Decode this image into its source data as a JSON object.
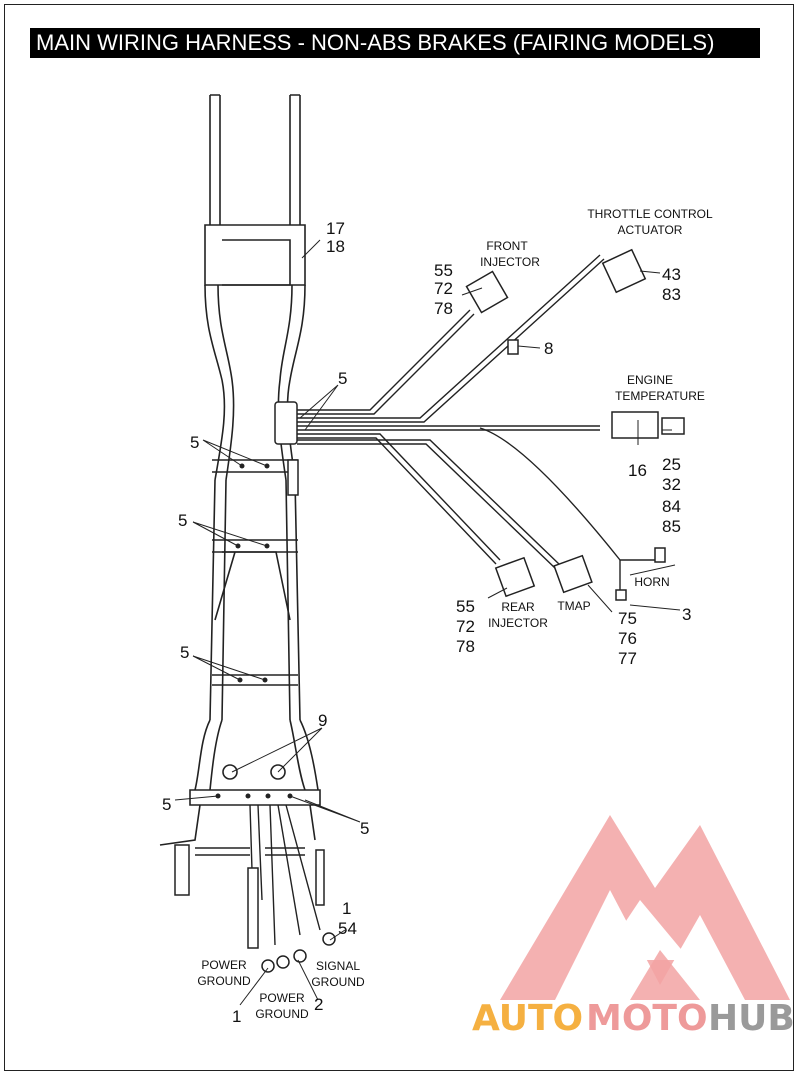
{
  "title": "MAIN WIRING HARNESS - NON-ABS BRAKES (FAIRING MODELS)",
  "labels": {
    "front_injector": [
      "FRONT",
      "INJECTOR"
    ],
    "throttle": [
      "THROTTLE CONTROL",
      "ACTUATOR"
    ],
    "engine_temp": [
      "ENGINE",
      "TEMPERATURE"
    ],
    "rear_injector": [
      "REAR",
      "INJECTOR"
    ],
    "tmap": "TMAP",
    "horn": "HORN",
    "power_ground_left": [
      "POWER",
      "GROUND"
    ],
    "power_ground_mid": [
      "POWER",
      "GROUND"
    ],
    "signal_ground": [
      "SIGNAL",
      "GROUND"
    ]
  },
  "callouts": {
    "c17_18": [
      "17",
      "18"
    ],
    "c55_front": [
      "55",
      "72",
      "78"
    ],
    "c43_83": [
      "43",
      "83"
    ],
    "c8": "8",
    "c5_top": "5",
    "c5_left1": "5",
    "c5_left2": "5",
    "c5_left3": "5",
    "c16": "16",
    "c25": [
      "25",
      "32",
      "84",
      "85"
    ],
    "c55_rear": [
      "55",
      "72",
      "78"
    ],
    "c75": [
      "75",
      "76",
      "77"
    ],
    "c3": "3",
    "c9": "9",
    "c5_bot_left": "5",
    "c5_bot_right": "5",
    "c1_54": [
      "1",
      "54"
    ],
    "c1": "1",
    "c2": "2"
  },
  "watermark": {
    "part1": "AUTO",
    "part2": "MOTO",
    "part3": "HUB",
    "colors": {
      "orange": "#f5b041",
      "pink": "#ee9a9a",
      "gray": "#9a9a9a"
    }
  }
}
